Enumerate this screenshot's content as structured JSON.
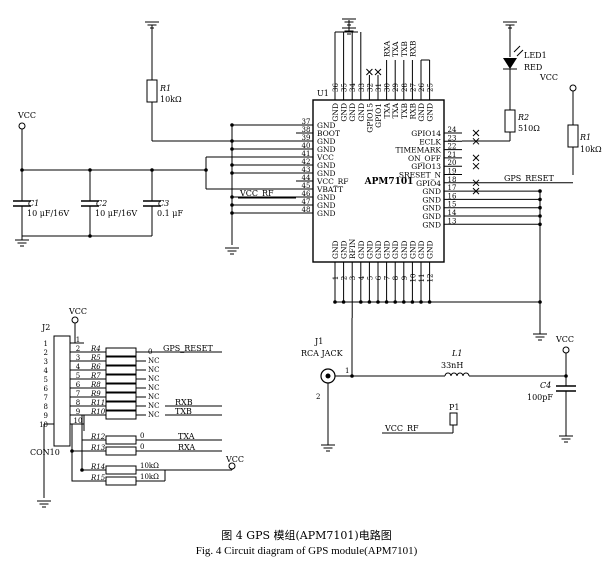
{
  "chip": {
    "ref": "U1",
    "name": "APM7101",
    "left_pins": [
      {
        "num": "37",
        "name": "GND"
      },
      {
        "num": "38",
        "name": "BOOT"
      },
      {
        "num": "39",
        "name": "GND"
      },
      {
        "num": "40",
        "name": "GND"
      },
      {
        "num": "41",
        "name": "VCC"
      },
      {
        "num": "42",
        "name": "GND"
      },
      {
        "num": "43",
        "name": "GND"
      },
      {
        "num": "44",
        "name": "VCC_RF"
      },
      {
        "num": "45",
        "name": "VBATT"
      },
      {
        "num": "46",
        "name": "GND"
      },
      {
        "num": "47",
        "name": "GND"
      },
      {
        "num": "48",
        "name": "GND"
      }
    ],
    "right_pins": [
      {
        "num": "24",
        "name": "GPIO14"
      },
      {
        "num": "23",
        "name": "ECLK"
      },
      {
        "num": "22",
        "name": "TIMEMARK"
      },
      {
        "num": "21",
        "name": "ON_OFF"
      },
      {
        "num": "20",
        "name": "GPIO13"
      },
      {
        "num": "19",
        "name": "SRESET_N"
      },
      {
        "num": "18",
        "name": "GPIO4"
      },
      {
        "num": "17",
        "name": "GND"
      },
      {
        "num": "16",
        "name": "GND"
      },
      {
        "num": "15",
        "name": "GND"
      },
      {
        "num": "14",
        "name": "GND"
      },
      {
        "num": "13",
        "name": "GND"
      }
    ],
    "top_pins": [
      {
        "num": "36",
        "name": "GND"
      },
      {
        "num": "35",
        "name": "GND"
      },
      {
        "num": "34",
        "name": "GND"
      },
      {
        "num": "33",
        "name": "GND"
      },
      {
        "num": "32",
        "name": "GPIO15"
      },
      {
        "num": "31",
        "name": "GPIO1"
      },
      {
        "num": "30",
        "name": "TXA"
      },
      {
        "num": "29",
        "name": "TXA"
      },
      {
        "num": "28",
        "name": "TXB"
      },
      {
        "num": "27",
        "name": "RXB"
      },
      {
        "num": "26",
        "name": "GND"
      },
      {
        "num": "25",
        "name": "GND"
      }
    ],
    "bottom_pins": [
      {
        "num": "1",
        "name": "GND"
      },
      {
        "num": "2",
        "name": "GND"
      },
      {
        "num": "3",
        "name": "RFIN"
      },
      {
        "num": "4",
        "name": "GND"
      },
      {
        "num": "5",
        "name": "GND"
      },
      {
        "num": "6",
        "name": "GND"
      },
      {
        "num": "7",
        "name": "GND"
      },
      {
        "num": "8",
        "name": "GND"
      },
      {
        "num": "9",
        "name": "GND"
      },
      {
        "num": "10",
        "name": "GND"
      },
      {
        "num": "11",
        "name": "GND"
      },
      {
        "num": "12",
        "name": "GND"
      }
    ]
  },
  "top_net_labels": [
    "RXA",
    "TXA",
    "TXB",
    "RXB"
  ],
  "led": {
    "ref": "LED1",
    "color": "RED"
  },
  "r1": {
    "ref": "R1",
    "value": "10kΩ"
  },
  "r2": {
    "ref": "R2",
    "value": "510Ω"
  },
  "r_reset": {
    "ref": "R1",
    "value": "10kΩ"
  },
  "vcc": "VCC",
  "caps": [
    {
      "ref": "C1",
      "value": "10 μF/16V"
    },
    {
      "ref": "C2",
      "value": "10 μF/16V"
    },
    {
      "ref": "C3",
      "value": "0.1 μF"
    }
  ],
  "vcc_rf_net": "VCC_RF",
  "gps_reset_net": "GPS_RESET",
  "j1": {
    "ref": "J1",
    "type": "RCA JACK",
    "pin1": "1",
    "pin2": "2"
  },
  "l1": {
    "ref": "L1",
    "value": "33nH"
  },
  "c4": {
    "ref": "C4",
    "value": "100pF"
  },
  "p1": {
    "ref": "P1",
    "net": "VCC_RF"
  },
  "j2": {
    "ref": "J2",
    "type": "CON10",
    "pins": [
      "1",
      "2",
      "3",
      "4",
      "5",
      "6",
      "7",
      "8",
      "9",
      "10"
    ],
    "resistors": [
      {
        "ref": "R4",
        "value": "0",
        "net": "GPS_RESET"
      },
      {
        "ref": "R5",
        "value": "NC",
        "net": ""
      },
      {
        "ref": "R6",
        "value": "NC",
        "net": ""
      },
      {
        "ref": "R7",
        "value": "NC",
        "net": ""
      },
      {
        "ref": "R8",
        "value": "NC",
        "net": ""
      },
      {
        "ref": "R9",
        "value": "NC",
        "net": ""
      },
      {
        "ref": "R11",
        "value": "NC",
        "net": "RXB"
      },
      {
        "ref": "R10",
        "value": "NC",
        "net": "TXB"
      },
      {
        "ref": "R12",
        "value": "0",
        "net": "TXA"
      },
      {
        "ref": "R13",
        "value": "0",
        "net": "RXA"
      },
      {
        "ref": "R14",
        "value": "10kΩ",
        "net": ""
      },
      {
        "ref": "R15",
        "value": "10kΩ",
        "net": ""
      }
    ]
  },
  "caption_cn": "图 4   GPS 模组(APM7101)电路图",
  "caption_en": "Fig. 4    Circuit diagram of GPS module(APM7101)"
}
